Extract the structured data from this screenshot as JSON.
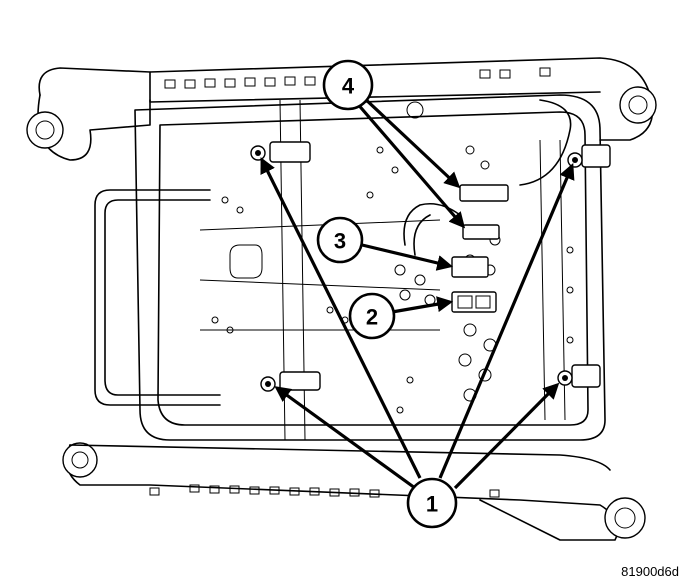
{
  "figure": {
    "id_label": "81900d6d"
  },
  "callouts": [
    {
      "number": "1"
    },
    {
      "number": "2"
    },
    {
      "number": "3"
    },
    {
      "number": "4"
    }
  ]
}
